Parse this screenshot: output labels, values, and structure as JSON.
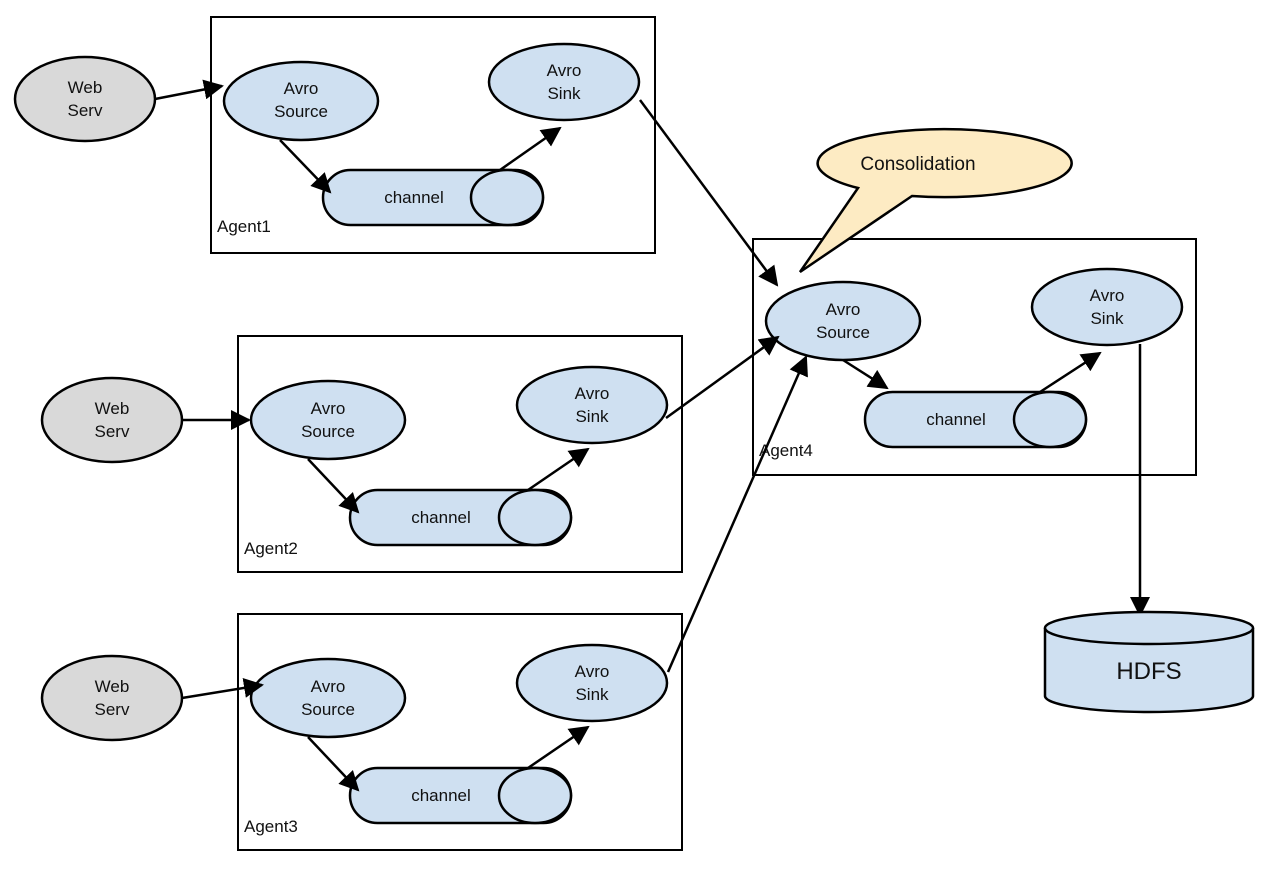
{
  "colors": {
    "component_fill": "#cfe0f1",
    "webserver_fill": "#d9d9d9",
    "note_fill": "#fdebc3",
    "stroke": "#000000"
  },
  "agents": [
    {
      "label": "Agent1",
      "source": [
        "Avro",
        "Source"
      ],
      "sink": [
        "Avro",
        "Sink"
      ],
      "channel": "channel"
    },
    {
      "label": "Agent2",
      "source": [
        "Avro",
        "Source"
      ],
      "sink": [
        "Avro",
        "Sink"
      ],
      "channel": "channel"
    },
    {
      "label": "Agent3",
      "source": [
        "Avro",
        "Source"
      ],
      "sink": [
        "Avro",
        "Sink"
      ],
      "channel": "channel"
    },
    {
      "label": "Agent4",
      "source": [
        "Avro",
        "Source"
      ],
      "sink": [
        "Avro",
        "Sink"
      ],
      "channel": "channel"
    }
  ],
  "web_servers": [
    {
      "lines": [
        "Web",
        "Serv"
      ]
    },
    {
      "lines": [
        "Web",
        "Serv"
      ]
    },
    {
      "lines": [
        "Web",
        "Serv"
      ]
    }
  ],
  "note": "Consolidation",
  "storage": "HDFS"
}
